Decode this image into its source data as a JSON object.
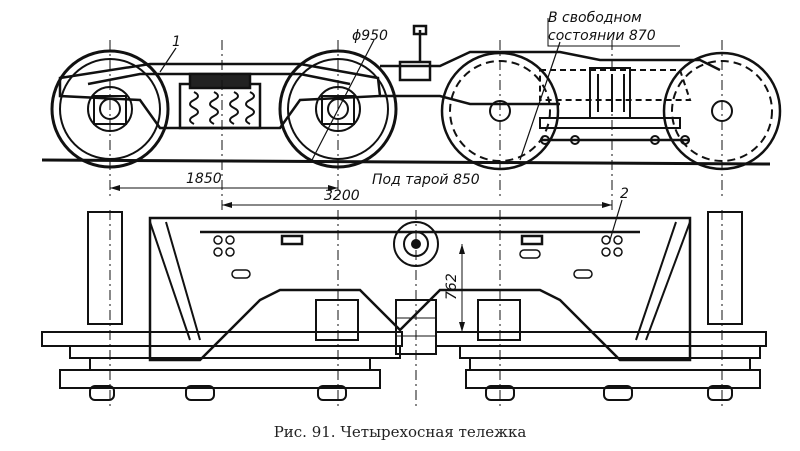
{
  "labels": {
    "part_1": "1",
    "part_2": "2",
    "wheel_diameter": "ϕ950",
    "free_state_line1": "В свободном",
    "free_state_line2": "состоянии 870",
    "under_tare": "Под тарой 850",
    "dim_1850": "1850",
    "dim_3200": "3200",
    "dim_762": "762"
  },
  "caption": "Рис. 91. Четырехосная тележка"
}
